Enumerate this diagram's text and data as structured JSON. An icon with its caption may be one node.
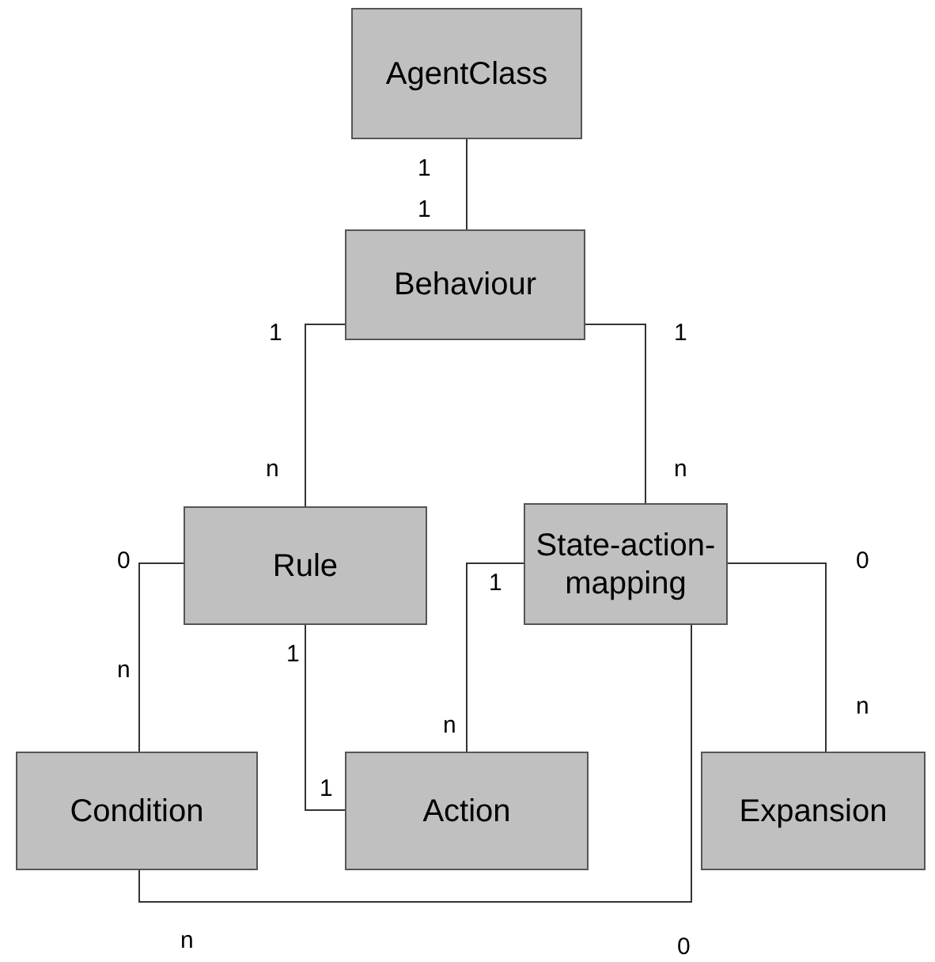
{
  "diagram": {
    "nodes": [
      {
        "text": [
          "AgentClass"
        ]
      },
      {
        "text": [
          "Behaviour"
        ]
      },
      {
        "text": [
          "Rule"
        ]
      },
      {
        "text": [
          "State-action-mapping"
        ]
      },
      {
        "text": [
          "Condition"
        ]
      },
      {
        "text": [
          "Action"
        ]
      },
      {
        "text": [
          "Expansion"
        ]
      }
    ],
    "edges": [
      {
        "from": 0,
        "to": 1,
        "arrow": "none"
      },
      {
        "from": 1,
        "to": 2,
        "arrow": "none"
      },
      {
        "from": 1,
        "to": 3,
        "arrow": "none"
      },
      {
        "from": 2,
        "to": 4,
        "arrow": "none"
      },
      {
        "from": 2,
        "to": 5,
        "arrow": "none"
      },
      {
        "from": 3,
        "to": 5,
        "arrow": "none"
      },
      {
        "from": 3,
        "to": 6,
        "arrow": "none"
      },
      {
        "from": 4,
        "to": 3,
        "arrow": "none"
      }
    ],
    "labels": [
      "1",
      "1",
      "1",
      "1",
      "n",
      "n",
      "0",
      "0",
      "1",
      "1",
      "n",
      "n",
      "n",
      "1",
      "n",
      "0"
    ]
  }
}
